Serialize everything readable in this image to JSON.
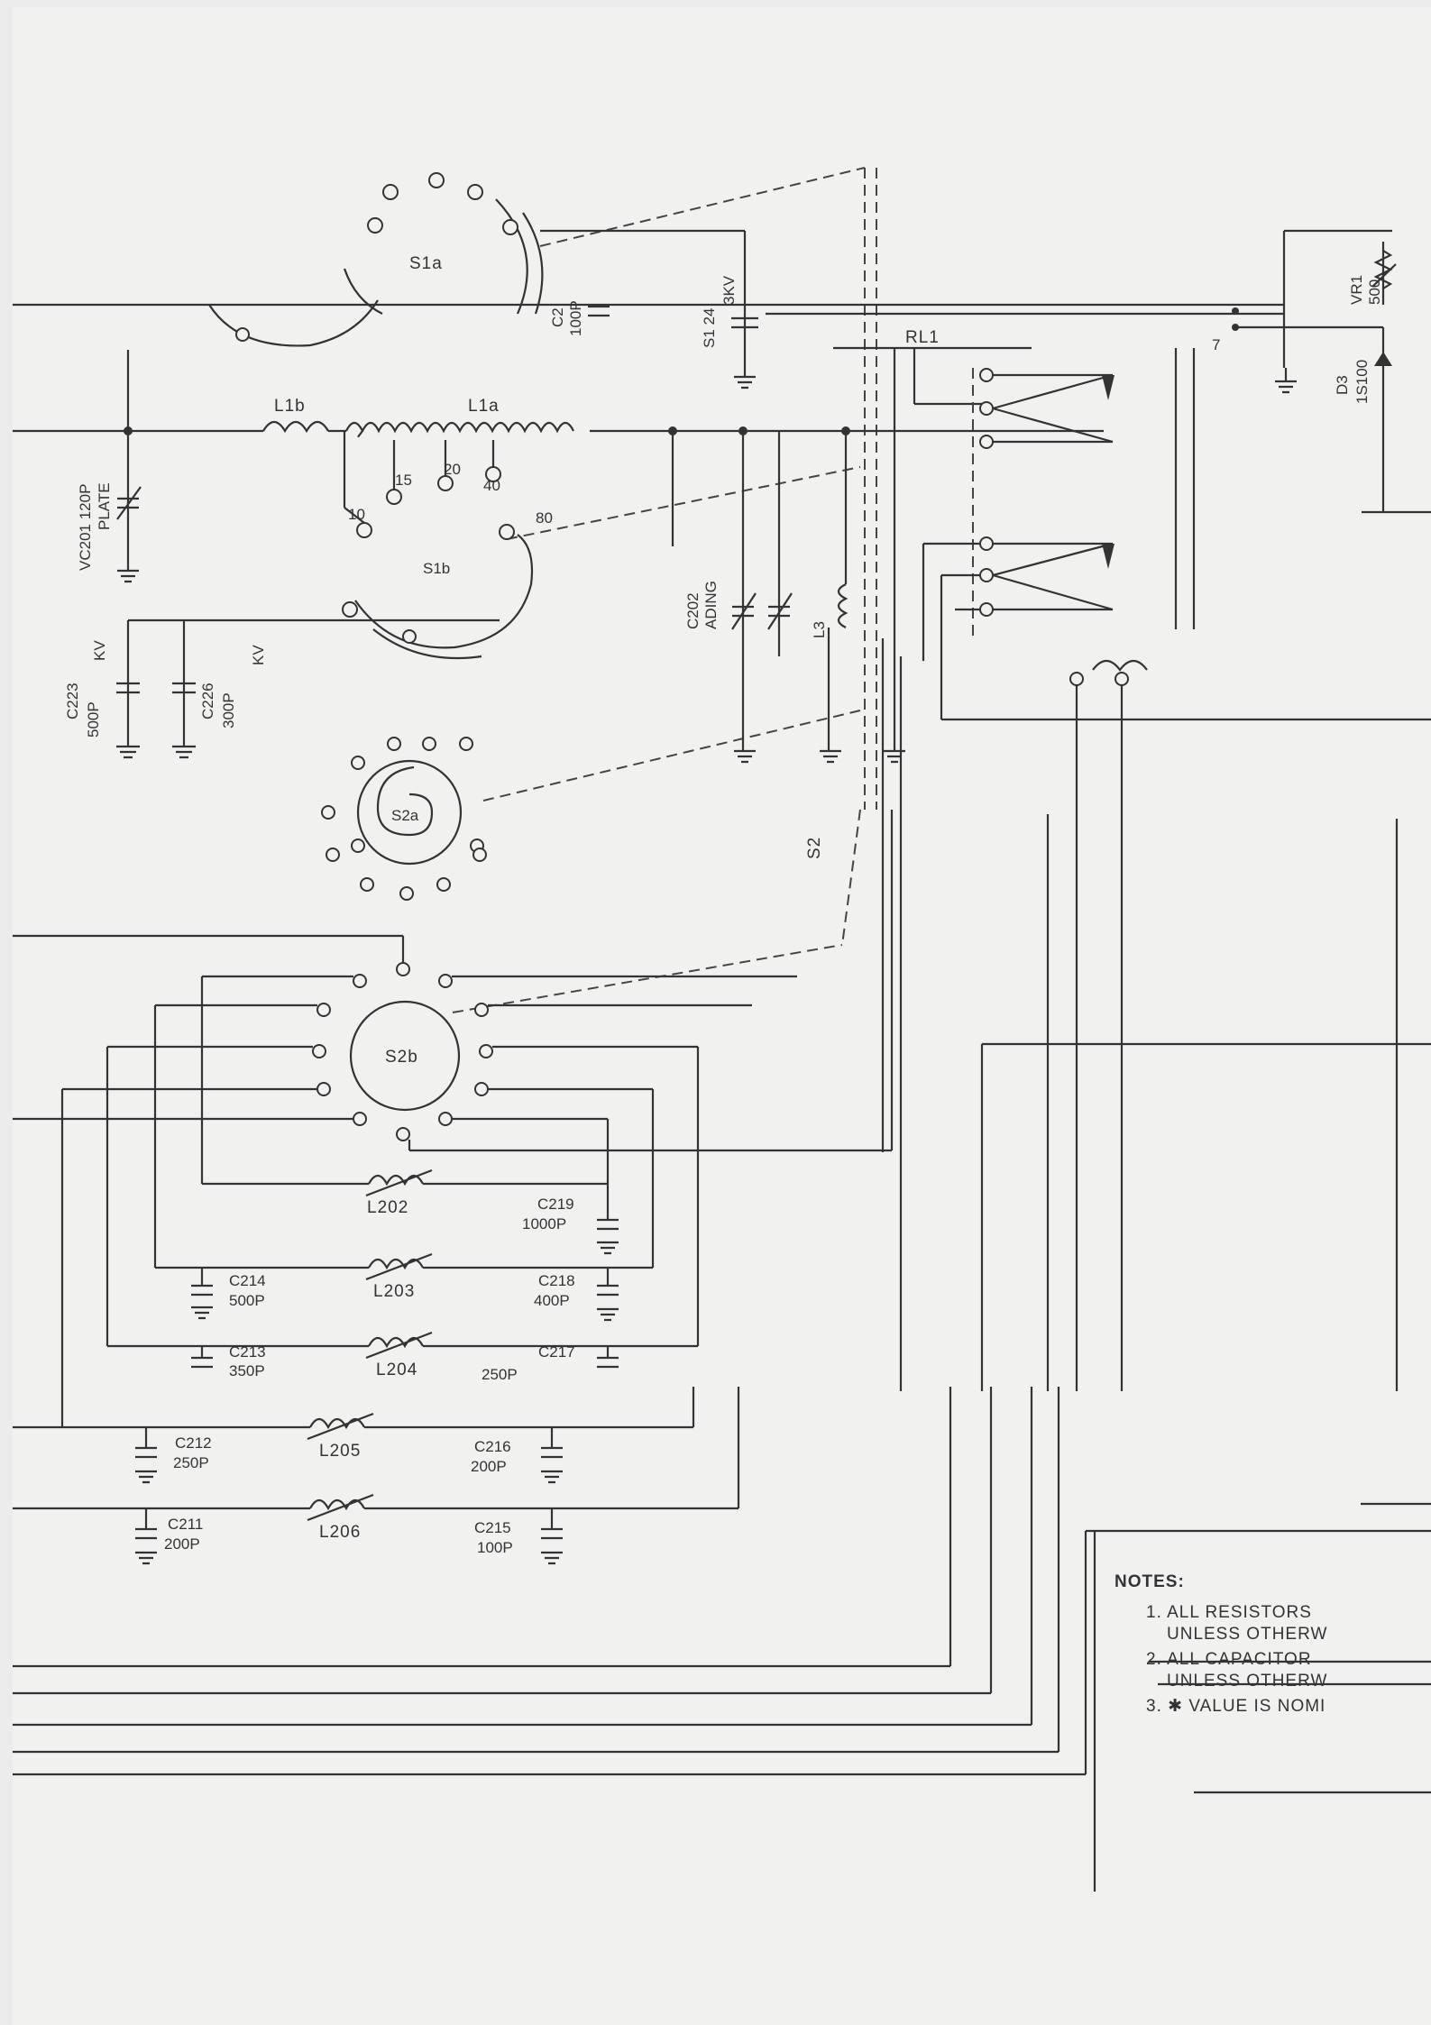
{
  "switches": {
    "s1a": "S1a",
    "s1b": "S1b",
    "s1_24": "S1 24",
    "s1_kv": "3KV",
    "s2": "S2",
    "s2a": "S2a",
    "s2b": "S2b"
  },
  "relays": {
    "rl1": "RL1",
    "pin7": "7"
  },
  "inductors": {
    "l1a": "L1a",
    "l1b": "L1b",
    "l3": "L3",
    "l202": "L202",
    "l203": "L203",
    "l204": "L204",
    "l205": "L205",
    "l206": "L206"
  },
  "taps": {
    "t10": "10",
    "t15": "15",
    "t20": "20",
    "t40": "40",
    "t80": "80"
  },
  "capacitors": {
    "c2_name": "C2",
    "c2_val": "100P",
    "vc201_name": "VC201 120P",
    "vc201_sub": "PLATE",
    "vc202_name": "C202",
    "vc202_sub": "ADING",
    "c223_name": "C223",
    "c223_val": "500P",
    "c223_kv": "KV",
    "c226_name": "C226",
    "c226_val": "300P",
    "c226_kv": "KV",
    "c219_name": "C219",
    "c219_val": "1000P",
    "c218_name": "C218",
    "c218_val": "400P",
    "c217_name": "C217",
    "c217_val": "250P",
    "c216_name": "C216",
    "c216_val": "200P",
    "c215_name": "C215",
    "c215_val": "100P",
    "c214_name": "C214",
    "c214_val": "500P",
    "c213_name": "C213",
    "c213_val": "350P",
    "c212_name": "C212",
    "c212_val": "250P",
    "c211_name": "C211",
    "c211_val": "200P"
  },
  "misc": {
    "vr1_name": "VR1",
    "vr1_val": "500",
    "d3_name": "D3",
    "d3_val": "1S100"
  },
  "notes": {
    "heading": "NOTES:",
    "n1_line1": "1. ALL RESISTORS",
    "n1_line2": "UNLESS OTHERW",
    "n2_line1": "2. ALL CAPACITOR",
    "n2_line2": "UNLESS OTHERW",
    "n3_line1": "3. ✱ VALUE IS NOMI"
  }
}
